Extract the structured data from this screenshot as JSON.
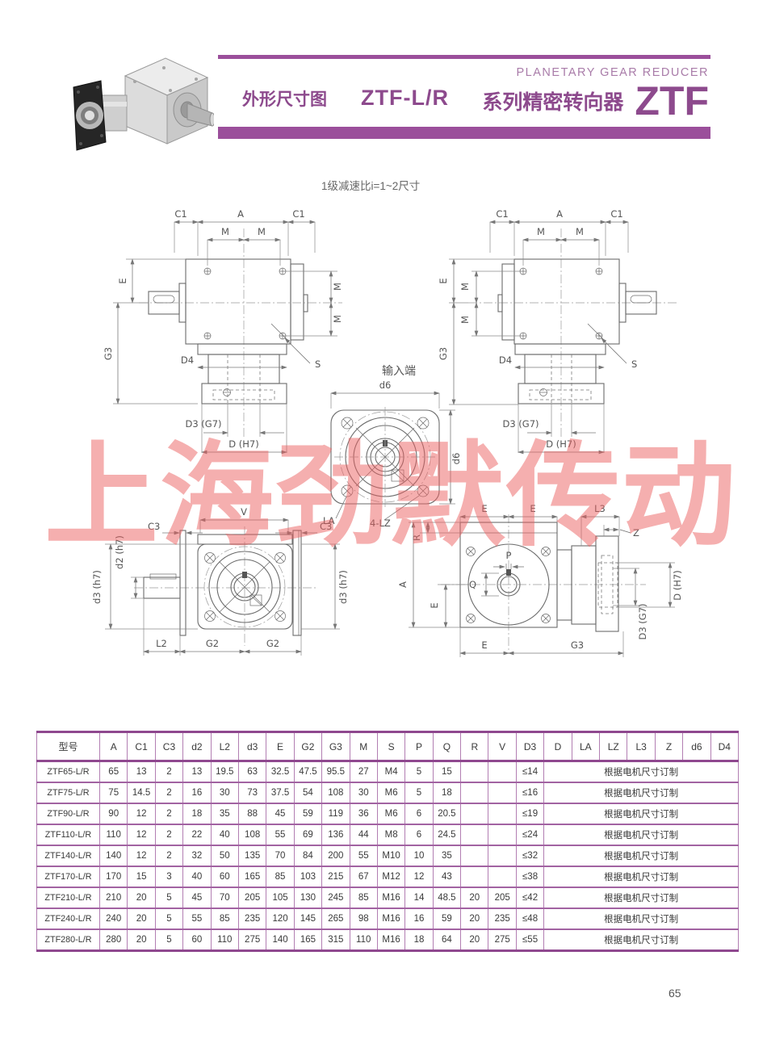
{
  "header": {
    "doc_label": "外形尺寸图",
    "model": "ZTF-L/R",
    "series_en": "PLANETARY GEAR REDUCER",
    "series_cn": "系列精密转向器",
    "series_code": "ZTF",
    "accent_color": "#9b4f9b",
    "accent_text_color": "#8d4a8d",
    "accent_light_color": "#a97ca9"
  },
  "subtitle": "1级减速比i=1~2尺寸",
  "watermark": {
    "text": "上海劲默传动",
    "color": "rgba(235,95,95,0.5)"
  },
  "dims": {
    "A": "A",
    "C1": "C1",
    "C3": "C3",
    "M": "M",
    "E": "E",
    "G2": "G2",
    "G3": "G3",
    "D4": "D4",
    "S": "S",
    "D3_G7": "D3 (G7)",
    "D_H7": "D (H7)",
    "d6": "d6",
    "LA": "LA",
    "four_LZ": "4-LZ",
    "V": "V",
    "d2_h7": "d2 (h7)",
    "d3_h7": "d3 (h7)",
    "L2": "L2",
    "L3": "L3",
    "Z": "Z",
    "R": "R",
    "P": "P",
    "Q": "Q",
    "input_end": "输入端"
  },
  "table": {
    "columns": [
      "型号",
      "A",
      "C1",
      "C3",
      "d2",
      "L2",
      "d3",
      "E",
      "G2",
      "G3",
      "M",
      "S",
      "P",
      "Q",
      "R",
      "V",
      "D3",
      "D",
      "LA",
      "LZ",
      "L3",
      "Z",
      "d6",
      "D4"
    ],
    "merged_span": 7,
    "rows": [
      {
        "values": [
          "ZTF65-L/R",
          "65",
          "13",
          "2",
          "13",
          "19.5",
          "63",
          "32.5",
          "47.5",
          "95.5",
          "27",
          "M4",
          "5",
          "15",
          "",
          "",
          "≤14"
        ],
        "note": "根据电机尺寸订制"
      },
      {
        "values": [
          "ZTF75-L/R",
          "75",
          "14.5",
          "2",
          "16",
          "30",
          "73",
          "37.5",
          "54",
          "108",
          "30",
          "M6",
          "5",
          "18",
          "",
          "",
          "≤16"
        ],
        "note": "根据电机尺寸订制"
      },
      {
        "values": [
          "ZTF90-L/R",
          "90",
          "12",
          "2",
          "18",
          "35",
          "88",
          "45",
          "59",
          "119",
          "36",
          "M6",
          "6",
          "20.5",
          "",
          "",
          "≤19"
        ],
        "note": "根据电机尺寸订制"
      },
      {
        "values": [
          "ZTF110-L/R",
          "110",
          "12",
          "2",
          "22",
          "40",
          "108",
          "55",
          "69",
          "136",
          "44",
          "M8",
          "6",
          "24.5",
          "",
          "",
          "≤24"
        ],
        "note": "根据电机尺寸订制"
      },
      {
        "values": [
          "ZTF140-L/R",
          "140",
          "12",
          "2",
          "32",
          "50",
          "135",
          "70",
          "84",
          "200",
          "55",
          "M10",
          "10",
          "35",
          "",
          "",
          "≤32"
        ],
        "note": "根据电机尺寸订制"
      },
      {
        "values": [
          "ZTF170-L/R",
          "170",
          "15",
          "3",
          "40",
          "60",
          "165",
          "85",
          "103",
          "215",
          "67",
          "M12",
          "12",
          "43",
          "",
          "",
          "≤38"
        ],
        "note": "根据电机尺寸订制"
      },
      {
        "values": [
          "ZTF210-L/R",
          "210",
          "20",
          "5",
          "45",
          "70",
          "205",
          "105",
          "130",
          "245",
          "85",
          "M16",
          "14",
          "48.5",
          "20",
          "205",
          "≤42"
        ],
        "note": "根据电机尺寸订制"
      },
      {
        "values": [
          "ZTF240-L/R",
          "240",
          "20",
          "5",
          "55",
          "85",
          "235",
          "120",
          "145",
          "265",
          "98",
          "M16",
          "16",
          "59",
          "20",
          "235",
          "≤48"
        ],
        "note": "根据电机尺寸订制"
      },
      {
        "values": [
          "ZTF280-L/R",
          "280",
          "20",
          "5",
          "60",
          "110",
          "275",
          "140",
          "165",
          "315",
          "110",
          "M16",
          "18",
          "64",
          "20",
          "275",
          "≤55"
        ],
        "note": "根据电机尺寸订制"
      }
    ]
  },
  "page_number": "65"
}
